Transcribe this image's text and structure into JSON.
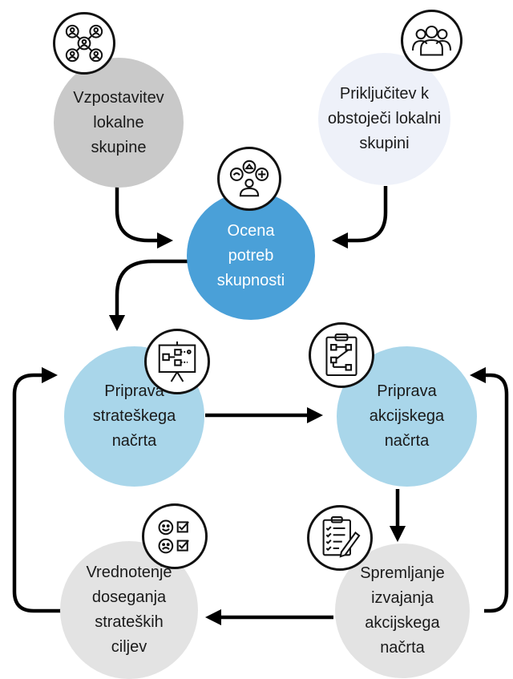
{
  "nodes": {
    "establish_group": {
      "label": "Vzpostavitev\nlokalne\nskupine",
      "color": "#c9c9c9",
      "icon": "network-people-icon"
    },
    "join_group": {
      "label": "Priključitev k\nobstoječi lokalni\nskupini",
      "color": "#eef1f9",
      "icon": "group-people-icon"
    },
    "needs_assessment": {
      "label": "Ocena\npotreb\nskupnosti",
      "color": "#4aa0d8",
      "icon": "person-options-icon"
    },
    "strategic_plan": {
      "label": "Priprava\nstrateškega\nnačrta",
      "color": "#a9d6ea",
      "icon": "flowchart-board-icon"
    },
    "action_plan": {
      "label": "Priprava\nakcijskega\nnačrta",
      "color": "#a9d6ea",
      "icon": "clipboard-flow-icon"
    },
    "monitoring": {
      "label": "Spremljanje\nizvajanja\nakcijskega\nnačrta",
      "color": "#e3e3e3",
      "icon": "checklist-pencil-icon"
    },
    "evaluation": {
      "label": "Vrednotenje\ndoseganja\nstrateških\nciljev",
      "color": "#e3e3e3",
      "icon": "smiley-checklist-icon"
    }
  }
}
